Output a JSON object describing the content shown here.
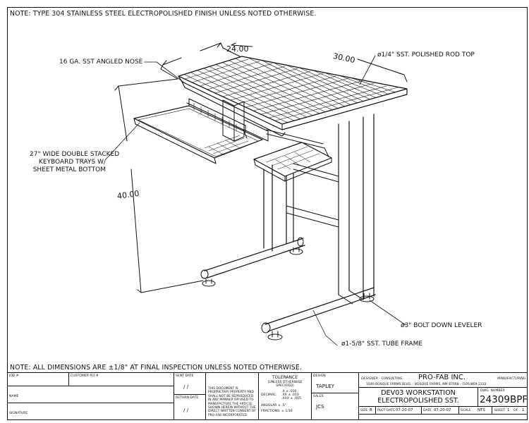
{
  "notes": {
    "top": "NOTE: TYPE 304 STAINLESS STEEL ELECTROPOLISHED FINISH UNLESS NOTED OTHERWISE.",
    "bottom": "NOTE: ALL DIMENSIONS ARE ±1/8\" AT FINAL INSPECTION UNLESS NOTED OTHERWISE."
  },
  "dimensions": {
    "width": "24.00",
    "depth": "30.00",
    "height": "40.00"
  },
  "callouts": {
    "nose": "16 GA. SST ANGLED NOSE",
    "rod_top": "ø1/4\" SST. POLISHED ROD TOP",
    "trays": [
      "27\" WIDE DOUBLE STACKED",
      "KEYBOARD TRAYS W/",
      "SHEET METAL BOTTOM"
    ],
    "leveler": "ø3\" BOLT DOWN LEVELER",
    "frame": "ø1-5/8\" SST. TUBE FRAME"
  },
  "title_block": {
    "job": "JOB #:",
    "customer_po": "CUSTOMER P.O.#",
    "name": "NAME",
    "signature": "SIGNATURE",
    "sent_date": "SENT DATE",
    "return_date": "RETURN DATE",
    "date_blank": "/ /",
    "proprietary": "THIS DOCUMENT IS PROPRIETARY PROPERTY AND SHALL NOT BE REPRODUCED IN ANY MANNER OR USED TO MANUFACTURE THE ARTICLE SHOWN HEREIN WITHOUT THE DIRECT WRITTEN CONSENT OF PRO-FAB INCORPORATED",
    "tolerance_title": "TOLERANCE",
    "tolerance_sub": "(UNLESS OTHERWISE SPECIFIED)",
    "decimal_label": "DECIMAL:",
    "decimal_rows": [
      ".X   ± .030",
      ".XX  ± .010",
      ".XXX ± .005"
    ],
    "angular": "ANGULAR    ± .5°",
    "fractions": "FRACTIONS:   ± 1/16",
    "design_label": "DESIGN",
    "design_value": "TAPLEY",
    "sales_label": "SALES",
    "sales_value": "JCS",
    "company_left": "DESIGNER - CONSULTING",
    "company": "PRO-FAB INC.",
    "company_right": "MANUFACTURING",
    "address": "1040 BOSQUE FARMS BLVD. - BOSQUE FARMS, NM 87068 - (505)869-2222",
    "title_line1": "DEV03 WORKSTATION",
    "title_line2": "ELECTROPOLISHED SST.",
    "dwg_label": "DWG. NUMBER",
    "dwg_number": "24309BPF",
    "size_label": "SIZE",
    "size_value": "B",
    "plot_label": "PLOT DATE",
    "plot_value": "07-20-07",
    "date_label": "DATE",
    "date_value": "07-20-07",
    "scale_label": "SCALE",
    "scale_value": "NTS",
    "sheet_label": "SHEET",
    "sheet_value": "1",
    "of_label": "OF",
    "of_value": "1"
  }
}
